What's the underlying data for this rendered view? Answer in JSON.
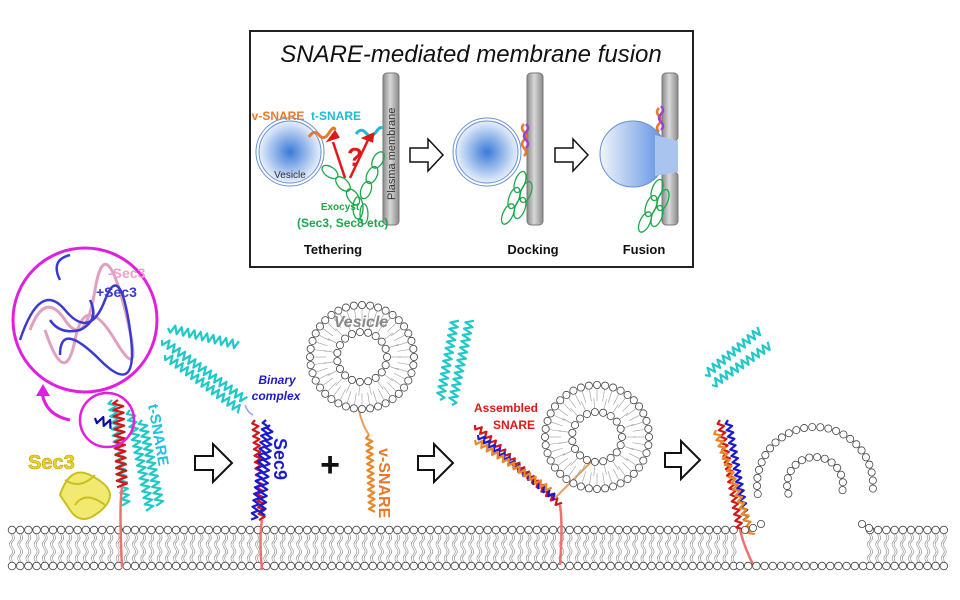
{
  "inset": {
    "title": "SNARE-mediated membrane fusion",
    "v_snare": "v-SNARE",
    "t_snare": "t-SNARE",
    "vesicle": "Vesicle",
    "plasma_membrane": "Plasma membrane",
    "question": "?",
    "exocyst": "Exocyst",
    "exocyst_members": "(Sec3, Sec8 etc)",
    "steps": [
      "Tethering",
      "Docking",
      "Fusion"
    ]
  },
  "main": {
    "minus_sec3": "-Sec3",
    "plus_sec3": "+Sec3",
    "sec3": "Sec3",
    "t_snare": "t-SNARE",
    "binary_complex_1": "Binary",
    "binary_complex_2": "complex",
    "sec9": "Sec9",
    "plus": "+",
    "vesicle": "Vesicle",
    "v_snare": "v-SNARE",
    "assembled_1": "Assembled",
    "assembled_2": "SNARE"
  },
  "colors": {
    "v_snare": "#e8782a",
    "t_snare": "#22b8d8",
    "exocyst": "#1aa84a",
    "sec3": "#f2d21a",
    "sec9": "#1a1ad0",
    "magenta": "#e020e0",
    "red": "#d01818",
    "cyan_helix": "#20c8c8"
  }
}
